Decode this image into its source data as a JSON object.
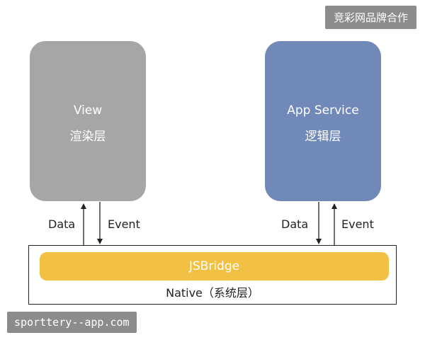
{
  "watermarks": {
    "top": "竞彩网品牌合作",
    "bottom": "sporttery--app.com"
  },
  "view_box": {
    "title": "View",
    "subtitle": "渲染层",
    "color": "#a6a6a6"
  },
  "service_box": {
    "title": "App Service",
    "subtitle": "逻辑层",
    "color": "#7089b8"
  },
  "left_arrows": {
    "data_label": "Data",
    "event_label": "Event"
  },
  "right_arrows": {
    "data_label": "Data",
    "event_label": "Event"
  },
  "jsbridge": {
    "label": "JSBridge",
    "color": "#f2c042"
  },
  "native": {
    "label": "Native（系统层）"
  }
}
